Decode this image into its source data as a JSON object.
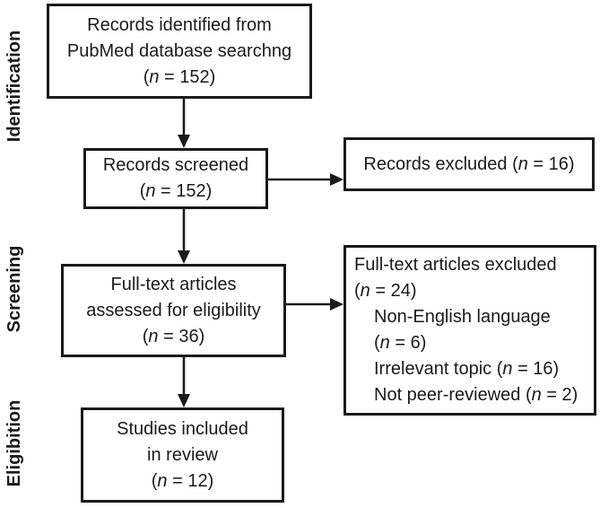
{
  "side_labels": {
    "identification": "Identification",
    "screening": "Screening",
    "eligibition": "Eligibition"
  },
  "boxes": {
    "identified": {
      "lines": [
        {
          "pre": "Records identified from"
        },
        {
          "pre": "PubMed database searchng"
        },
        {
          "pre": "(",
          "it": "n",
          "post": " = 152)"
        }
      ]
    },
    "screened": {
      "lines": [
        {
          "pre": "Records screened"
        },
        {
          "pre": "(",
          "it": "n",
          "post": " = 152)"
        }
      ]
    },
    "records_excluded": {
      "lines": [
        {
          "pre": "Records excluded (",
          "it": "n",
          "post": " = 16)"
        }
      ]
    },
    "fulltext_assessed": {
      "lines": [
        {
          "pre": "Full-text articles"
        },
        {
          "pre": "assessed for eligibility"
        },
        {
          "pre": "(",
          "it": "n",
          "post": " = 36)"
        }
      ]
    },
    "fulltext_excluded": {
      "lines": [
        {
          "pre": "Full-text articles excluded"
        },
        {
          "pre": "(",
          "it": "n",
          "post": " = 24)"
        },
        {
          "pre": "Non-English language"
        },
        {
          "pre": "(",
          "it": "n",
          "post": " = 6)"
        },
        {
          "pre": "Irrelevant topic (",
          "it": "n",
          "post": " = 16)"
        },
        {
          "pre": "Not peer-reviewed (",
          "it": "n",
          "post": " = 2)"
        }
      ]
    },
    "included": {
      "lines": [
        {
          "pre": "Studies included"
        },
        {
          "pre": "in review"
        },
        {
          "pre": "(",
          "it": "n",
          "post": " = 12)"
        }
      ]
    }
  },
  "colors": {
    "line": "#1a1a1a",
    "text": "#1a1a1a",
    "background": "#ffffff"
  }
}
